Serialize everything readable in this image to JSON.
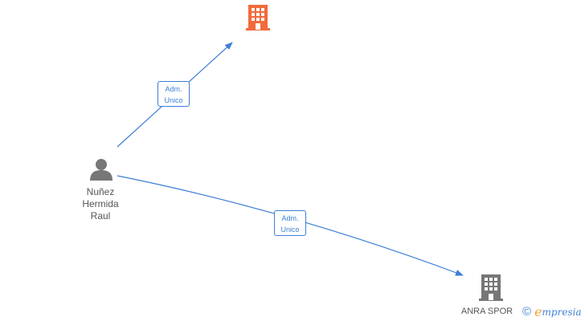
{
  "nodes": {
    "person": {
      "name_lines": [
        "Nuñez",
        "Hermida",
        "Raul"
      ],
      "icon": "person-icon",
      "color": "#777777"
    },
    "company_top": {
      "icon": "building-icon",
      "color": "#f26a3a"
    },
    "company_bottom": {
      "label": "ANRA SPOR",
      "icon": "building-icon",
      "color": "#777777"
    }
  },
  "edges": [
    {
      "from": "person",
      "to": "company_top",
      "label_lines": [
        "Adm.",
        "Unico"
      ]
    },
    {
      "from": "person",
      "to": "company_bottom",
      "label_lines": [
        "Adm.",
        "Unico"
      ]
    }
  ],
  "edge_color": "#3d7fd6",
  "watermark": {
    "copyright": "©",
    "brand_initial": "e",
    "brand_rest": "mpresia",
    "brand_color": "#3d7fd6",
    "accent_color": "#f2a33a"
  }
}
